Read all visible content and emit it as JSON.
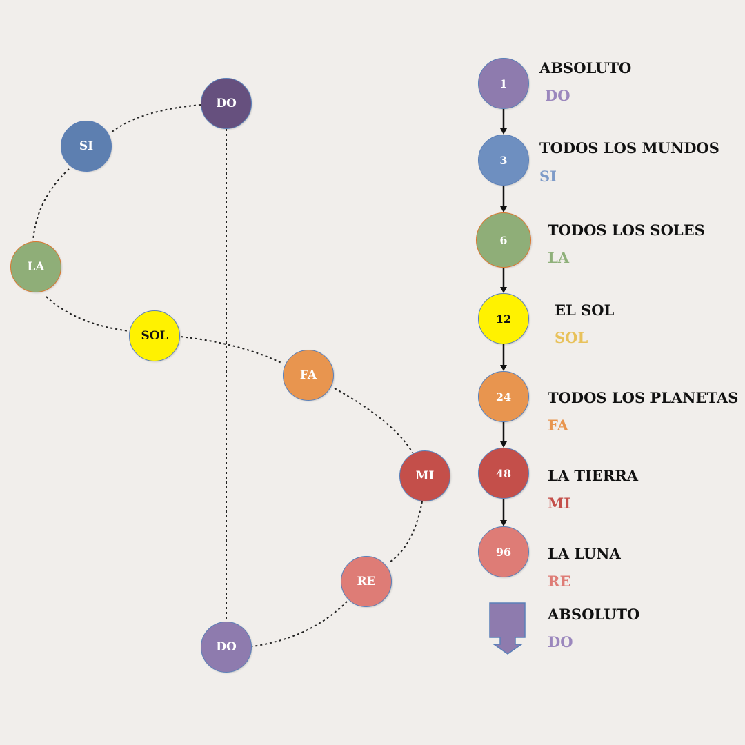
{
  "colors": {
    "background": "#f1eeeb",
    "do": "#8e7bae",
    "do_dark": "#66507e",
    "si": "#5d7fb0",
    "la": "#8fae78",
    "sol": "#fff200",
    "fa": "#e8954f",
    "mi": "#c44f4a",
    "re": "#de7c76"
  },
  "octave_circle": [
    {
      "id": "do-top",
      "note": "DO",
      "color": "#66507e"
    },
    {
      "id": "si",
      "note": "SI",
      "color": "#5d7fb0"
    },
    {
      "id": "la",
      "note": "LA",
      "color": "#8fae78"
    },
    {
      "id": "sol",
      "note": "SOL",
      "color": "#fff200"
    },
    {
      "id": "fa",
      "note": "FA",
      "color": "#e8954f"
    },
    {
      "id": "mi",
      "note": "MI",
      "color": "#c44f4a"
    },
    {
      "id": "re",
      "note": "RE",
      "color": "#de7c76"
    },
    {
      "id": "do-bottom",
      "note": "DO",
      "color": "#8e7bae"
    }
  ],
  "ray_of_creation": [
    {
      "number": "1",
      "title": "ABSOLUTO",
      "note": "DO",
      "color": "#8e7bae",
      "note_color": "#9b87bd"
    },
    {
      "number": "3",
      "title": "TODOS LOS MUNDOS",
      "note": "SI",
      "color": "#6e8fc0",
      "note_color": "#7e9bc8"
    },
    {
      "number": "6",
      "title": "TODOS LOS SOLES",
      "note": "LA",
      "color": "#8fae78",
      "note_color": "#8fb07a"
    },
    {
      "number": "12",
      "title": "EL SOL",
      "note": "SOL",
      "color": "#fff200",
      "note_color": "#e8c15a"
    },
    {
      "number": "24",
      "title": "TODOS LOS PLANETAS",
      "note": "FA",
      "color": "#e8954f",
      "note_color": "#e8954f"
    },
    {
      "number": "48",
      "title": "LA TIERRA",
      "note": "MI",
      "color": "#c44f4a",
      "note_color": "#c44f4a"
    },
    {
      "number": "96",
      "title": "LA LUNA",
      "note": "RE",
      "color": "#de7c76",
      "note_color": "#de7c76"
    }
  ],
  "final_step": {
    "title": "ABSOLUTO",
    "note": "DO",
    "color": "#8e7bae",
    "note_color": "#9b87bd"
  }
}
